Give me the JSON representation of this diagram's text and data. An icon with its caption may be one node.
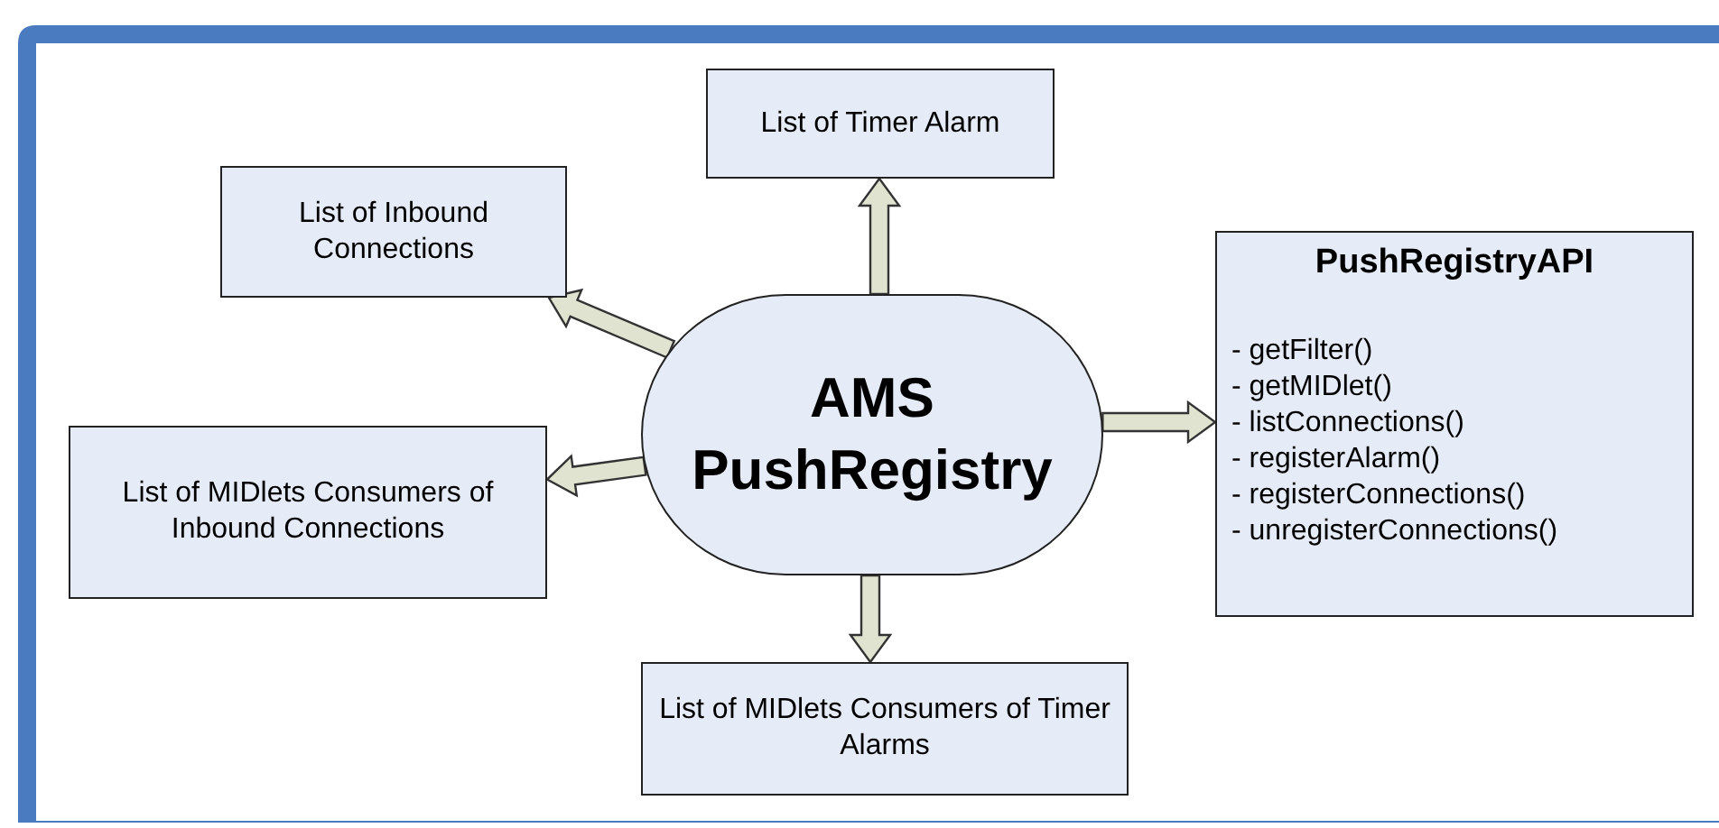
{
  "diagram": {
    "nodes": [
      {
        "text": [
          "AMS PushRegistry"
        ]
      },
      {
        "text": [
          "List of Timer Alarm"
        ]
      },
      {
        "text": [
          "List of Inbound Connections"
        ]
      },
      {
        "text": [
          "List of MIDlets Consumers of Inbound Connections"
        ]
      },
      {
        "text": [
          "List of MIDlets Consumers of Timer Alarms"
        ]
      },
      {
        "text": [
          "PushRegistryAPI",
          "- getFilter()",
          "- getMIDlet()",
          "- listConnections()",
          "- registerAlarm()",
          "- registerConnections()",
          "- unregisterConnections()"
        ]
      }
    ],
    "edges": [
      {
        "from": 0,
        "to": 1,
        "arrow": "to",
        "style": "thick"
      },
      {
        "from": 0,
        "to": 2,
        "arrow": "to",
        "style": "thick"
      },
      {
        "from": 0,
        "to": 3,
        "arrow": "to",
        "style": "thick"
      },
      {
        "from": 0,
        "to": 4,
        "arrow": "to",
        "style": "thick"
      },
      {
        "from": 0,
        "to": 5,
        "arrow": "to",
        "style": "thick"
      }
    ]
  }
}
